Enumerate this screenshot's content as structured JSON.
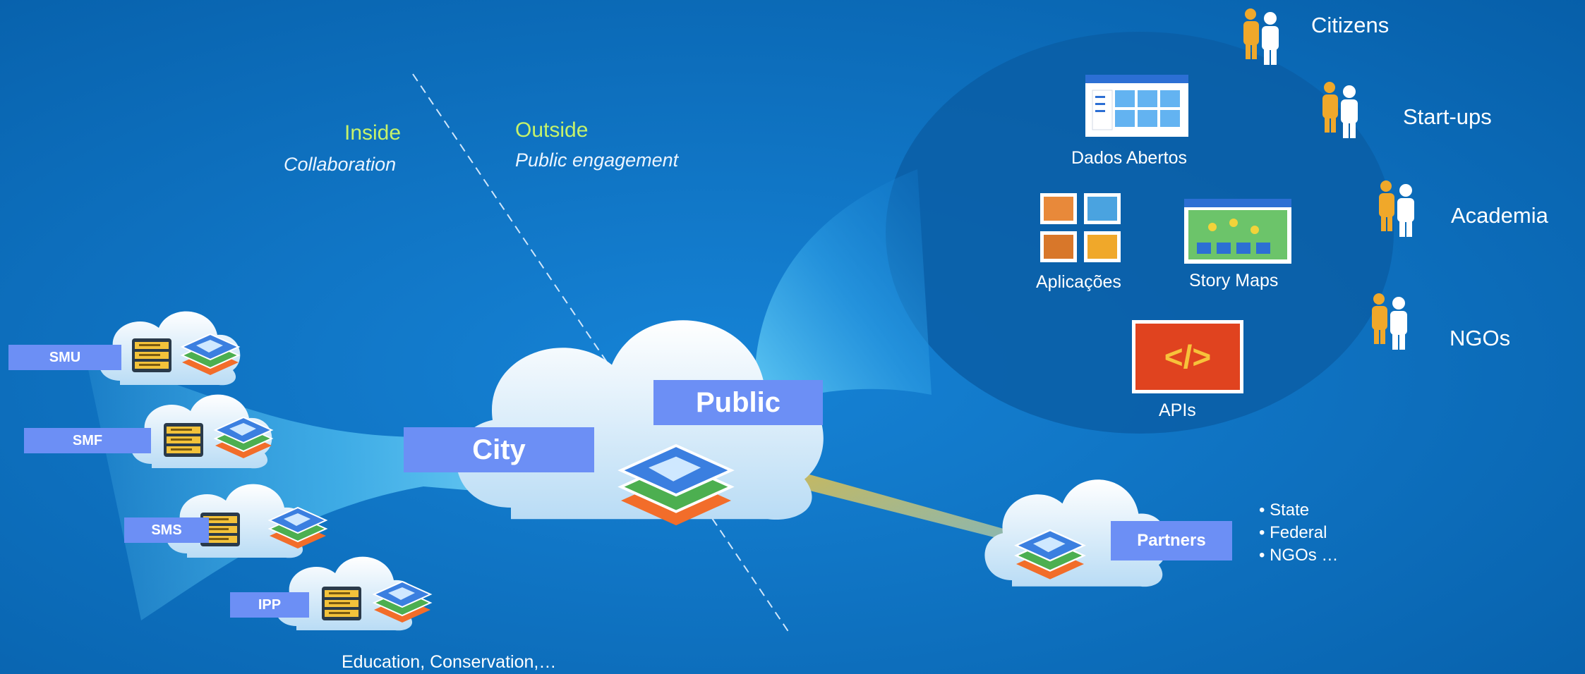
{
  "zones": {
    "inside_title": "Inside",
    "inside_sub": "Collaboration",
    "outside_title": "Outside",
    "outside_sub": "Public engagement"
  },
  "departments": [
    "SMU",
    "SMF",
    "SMS",
    "IPP"
  ],
  "departments_caption": "Education, Conservation,…",
  "hub": {
    "city": "City",
    "public": "Public"
  },
  "public_items": {
    "open_data": "Dados Abertos",
    "apps": "Aplicações",
    "story_maps": "Story Maps",
    "apis": "APIs"
  },
  "stakeholders": [
    "Citizens",
    "Start-ups",
    "Academia",
    "NGOs"
  ],
  "partners": {
    "label": "Partners",
    "bullets": [
      "• State",
      "• Federal",
      "• NGOs …"
    ]
  },
  "colors": {
    "background": "#0a6fc0",
    "tag": "#6c8ff5",
    "accent_green": "#c6f26a",
    "person_orange": "#f0a82a",
    "api_red": "#e0431f"
  }
}
